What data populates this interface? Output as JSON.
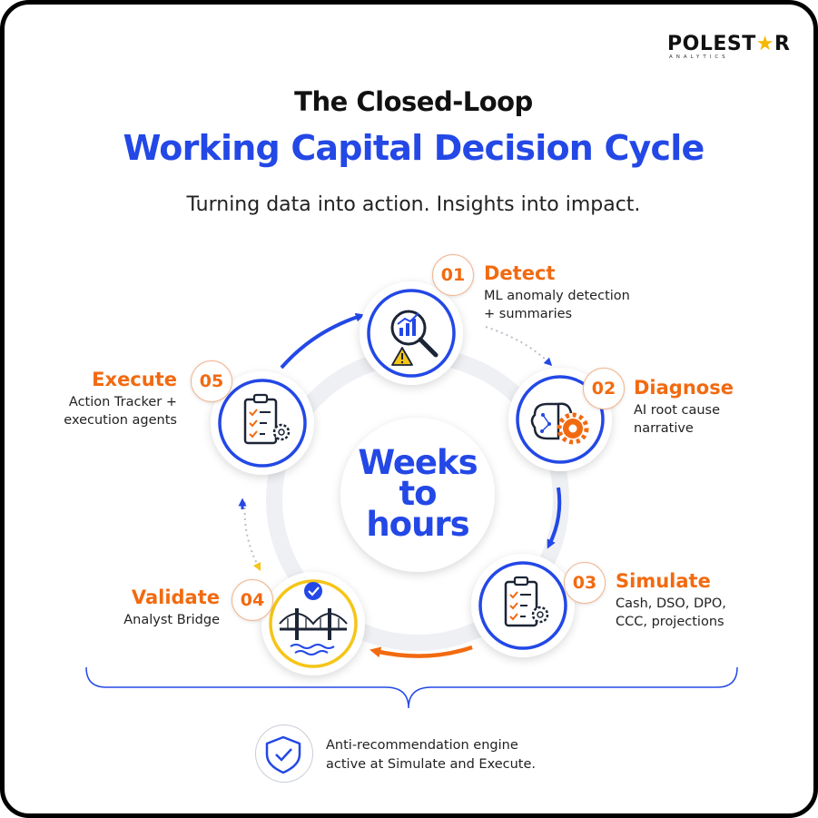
{
  "brand": {
    "name_left": "POLEST",
    "name_star": "★",
    "name_right": "R",
    "sub": "ANALYTICS"
  },
  "header": {
    "title_line1": "The Closed-Loop",
    "title_line2": "Working Capital Decision Cycle",
    "subtitle": "Turning data into action. Insights into impact."
  },
  "center": {
    "line1": "Weeks",
    "line2": "to",
    "line3": "hours"
  },
  "steps": [
    {
      "num": "01",
      "title": "Detect",
      "desc1": "ML anomaly detection",
      "desc2": "+ summaries",
      "icon": "magnifier-chart-warning-icon"
    },
    {
      "num": "02",
      "title": "Diagnose",
      "desc1": "AI root cause",
      "desc2": "narrative",
      "icon": "brain-gear-icon"
    },
    {
      "num": "03",
      "title": "Simulate",
      "desc1": "Cash, DSO, DPO,",
      "desc2": "CCC, projections",
      "icon": "clipboard-gear-icon"
    },
    {
      "num": "04",
      "title": "Validate",
      "desc1": "Analyst Bridge",
      "desc2": "",
      "icon": "bridge-check-icon"
    },
    {
      "num": "05",
      "title": "Execute",
      "desc1": "Action Tracker +",
      "desc2": "execution agents",
      "icon": "clipboard-checklist-gear-icon"
    }
  ],
  "note": {
    "line1": "Anti-recommendation engine",
    "line2": "active at Simulate and Execute.",
    "icon": "shield-check-icon"
  },
  "colors": {
    "blue": "#2348e6",
    "orange": "#f26a10",
    "gold": "#f5c518",
    "text": "#222222"
  }
}
